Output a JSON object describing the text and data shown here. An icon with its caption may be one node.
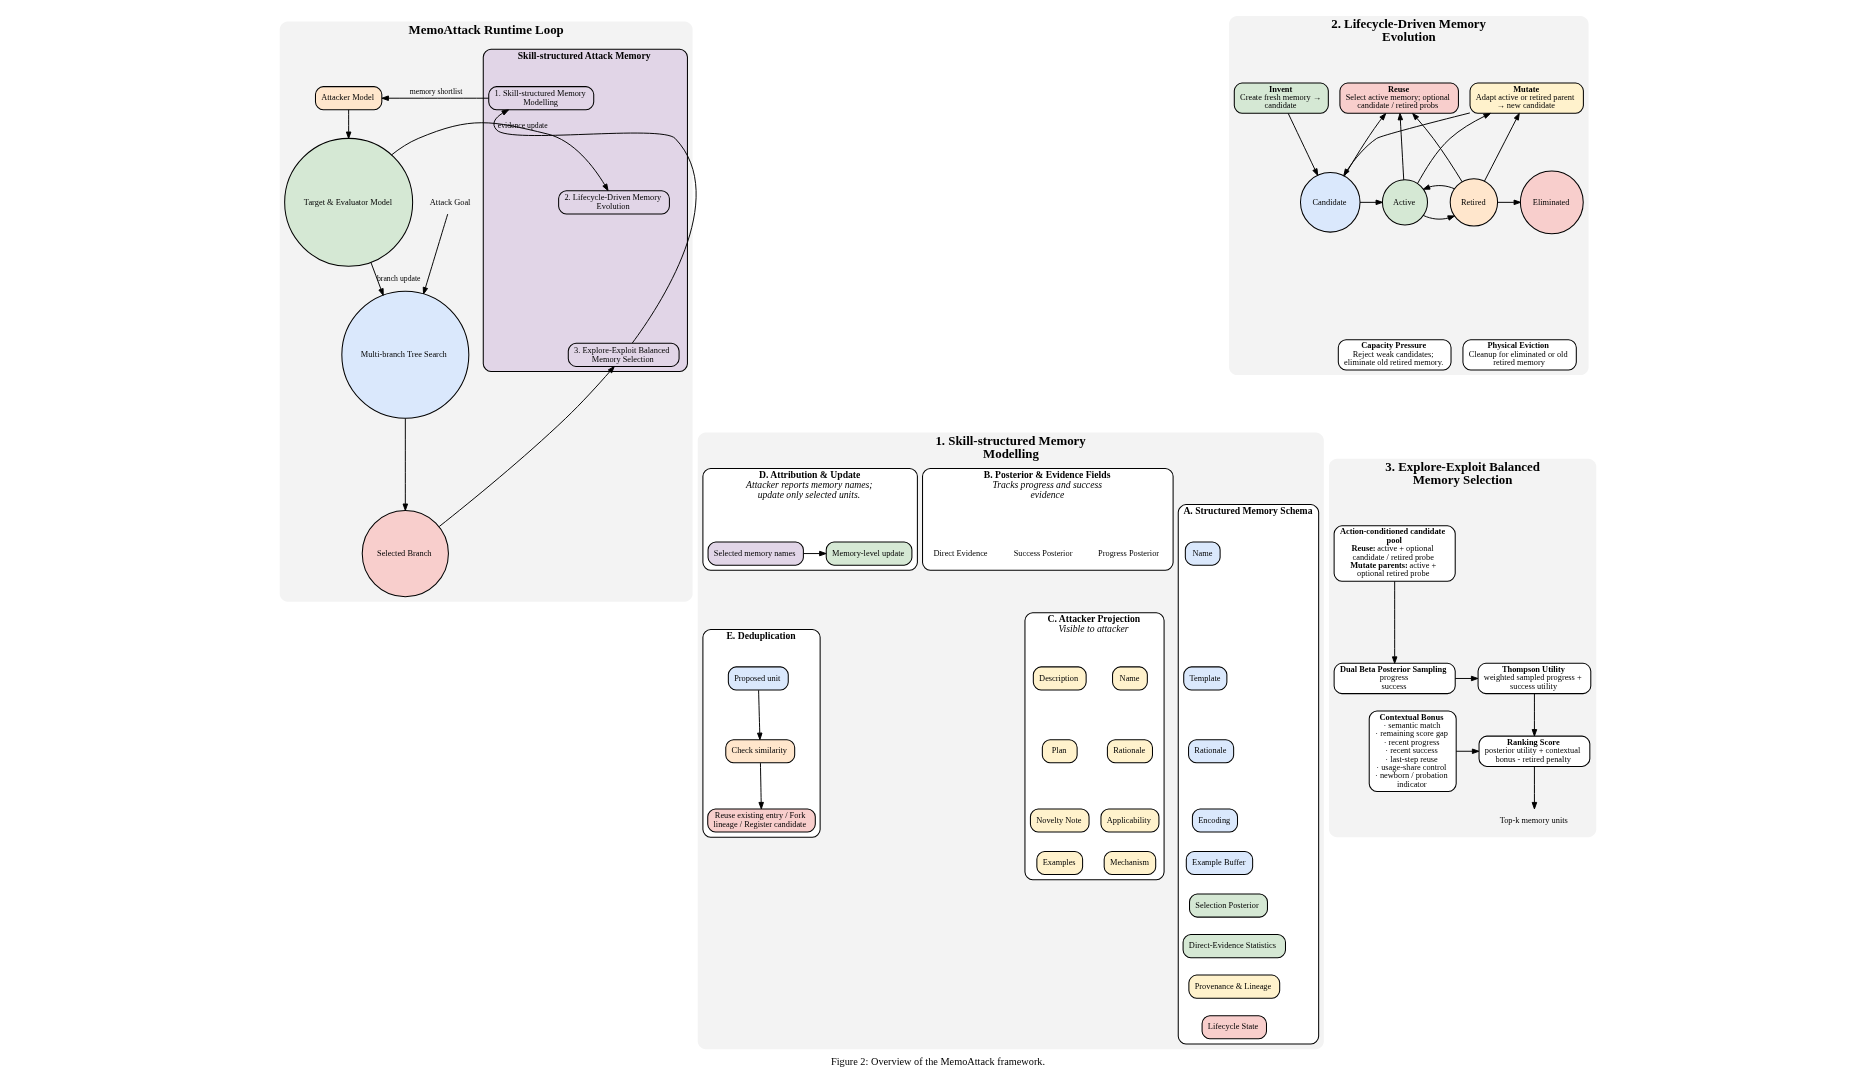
{
  "diagram": {
    "caption": "Figure 2: Overview of the MemoAttack framework.",
    "nodes": [
      {
        "text": [
          "MemoAttack Runtime Loop"
        ]
      },
      {
        "text": [
          "Attack Goal"
        ],
        "in": 0
      },
      {
        "text": [
          "Multi-branch Tree Search"
        ],
        "in": 0
      },
      {
        "text": [
          "Selected Branch"
        ],
        "in": 0
      },
      {
        "text": [
          "Attacker Model"
        ],
        "in": 0
      },
      {
        "text": [
          "Target & Evaluator Model"
        ],
        "in": 0
      },
      {
        "text": [
          "Skill-structured Attack Memory"
        ],
        "in": 0
      },
      {
        "text": [
          "1. Skill-structured Memory Modelling"
        ],
        "in": 6
      },
      {
        "text": [
          "2. Lifecycle-Driven Memory Evolution"
        ],
        "in": 6
      },
      {
        "text": [
          "3. Explore-Exploit Balanced Memory Selection"
        ],
        "in": 6
      },
      {
        "text": [
          "2. Lifecycle-Driven Memory Evolution"
        ]
      },
      {
        "text": [
          "Invent",
          "Create fresh memory → candidate"
        ],
        "in": 10
      },
      {
        "text": [
          "Mutate",
          "Adapt active or retired parent → new candidate"
        ],
        "in": 10
      },
      {
        "text": [
          "Reuse",
          "Select active memory; optional candidate / retired probs"
        ],
        "in": 10
      },
      {
        "text": [
          "Candidate"
        ],
        "in": 10
      },
      {
        "text": [
          "Active"
        ],
        "in": 10
      },
      {
        "text": [
          "Retired"
        ],
        "in": 10
      },
      {
        "text": [
          "Eliminated"
        ],
        "in": 10
      },
      {
        "text": [
          "Capacity Pressure",
          "Reject weak candidates; eliminate old retired memory."
        ],
        "in": 10
      },
      {
        "text": [
          "Physical Eviction",
          "Cleanup for eliminated or old retired memory"
        ],
        "in": 10
      },
      {
        "text": [
          "1. Skill-structured Memory Modelling"
        ]
      },
      {
        "text": [
          "A. Structured Memory Schema"
        ],
        "in": 20
      },
      {
        "text": [
          "Name"
        ],
        "in": 21
      },
      {
        "text": [
          "Template"
        ],
        "in": 21
      },
      {
        "text": [
          "Rationale"
        ],
        "in": 21
      },
      {
        "text": [
          "Encoding"
        ],
        "in": 21
      },
      {
        "text": [
          "Example Buffer"
        ],
        "in": 21
      },
      {
        "text": [
          "Selection Posterior"
        ],
        "in": 21
      },
      {
        "text": [
          "Direct-Evidence Statistics"
        ],
        "in": 21
      },
      {
        "text": [
          "Provenance & Lineage"
        ],
        "in": 21
      },
      {
        "text": [
          "Lifecycle State"
        ],
        "in": 21
      },
      {
        "text": [
          "B. Posterior & Evidence Fields",
          "Tracks progress and success evidence"
        ],
        "in": 20
      },
      {
        "text": [
          "Progress Posterior"
        ],
        "in": 31
      },
      {
        "text": [
          "Success Posterior"
        ],
        "in": 31
      },
      {
        "text": [
          "Direct Evidence"
        ],
        "in": 31
      },
      {
        "text": [
          "C. Attacker Projection",
          "Visible to attacker"
        ],
        "in": 20
      },
      {
        "text": [
          "Name"
        ],
        "in": 35
      },
      {
        "text": [
          "Description"
        ],
        "in": 35
      },
      {
        "text": [
          "Rationale"
        ],
        "in": 35
      },
      {
        "text": [
          "Plan"
        ],
        "in": 35
      },
      {
        "text": [
          "Applicability"
        ],
        "in": 35
      },
      {
        "text": [
          "Novelty Note"
        ],
        "in": 35
      },
      {
        "text": [
          "Mechanism"
        ],
        "in": 35
      },
      {
        "text": [
          "Examples"
        ],
        "in": 35
      },
      {
        "text": [
          "D. Attribution & Update",
          "Attacker reports memory names; update only selected units."
        ],
        "in": 20
      },
      {
        "text": [
          "Selected memory names"
        ],
        "in": 44
      },
      {
        "text": [
          "Memory-level update"
        ],
        "in": 44
      },
      {
        "text": [
          "E. Deduplication"
        ],
        "in": 20
      },
      {
        "text": [
          "Proposed unit"
        ],
        "in": 47
      },
      {
        "text": [
          "Check similarity"
        ],
        "in": 47
      },
      {
        "text": [
          "Reuse existing entry / Fork lineage / Register candidate"
        ],
        "in": 47
      },
      {
        "text": [
          "3. Explore-Exploit Balanced Memory Selection"
        ]
      },
      {
        "text": [
          "Action-conditioned candidate pool",
          "**Reuse:** active + optional candidate / retired probe",
          "**Mutate parents:** active + optional retired probe"
        ],
        "in": 51
      },
      {
        "text": [
          "Dual Beta Posterior Sampling",
          "progress",
          "success"
        ],
        "in": 51
      },
      {
        "text": [
          "Thompson Utility",
          "weighted sampled progress + success utility"
        ],
        "in": 51
      },
      {
        "text": [
          "Contextual Bonus",
          "· semantic match",
          "· remaining score gap",
          "· recent progress",
          "· recent success",
          "· last-step reuse",
          "· usage-share control",
          "· newborn / probation indicator"
        ],
        "in": 51
      },
      {
        "text": [
          "Ranking Score",
          "posterior utility + contextual bonus - retired penalty"
        ],
        "in": 51
      },
      {
        "text": [
          "Top-k memory units"
        ],
        "in": 51
      }
    ],
    "edges": [
      {
        "from": 1,
        "to": 2,
        "arrow": "to"
      },
      {
        "from": 2,
        "to": 3,
        "arrow": "to"
      },
      {
        "from": 3,
        "to": 9,
        "arrow": "to"
      },
      {
        "from": 7,
        "to": 4,
        "arrow": "to",
        "label": "memory shortlist"
      },
      {
        "from": 4,
        "to": 5,
        "arrow": "to"
      },
      {
        "from": 5,
        "to": 8,
        "arrow": "to",
        "label": "evidence update"
      },
      {
        "from": 5,
        "to": 2,
        "arrow": "to",
        "label": "branch update"
      },
      {
        "from": 9,
        "to": 7,
        "arrow": "to"
      },
      {
        "from": 11,
        "to": 14,
        "arrow": "to"
      },
      {
        "from": 12,
        "to": 14,
        "arrow": "to"
      },
      {
        "from": 14,
        "to": 13,
        "arrow": "to"
      },
      {
        "from": 15,
        "to": 12,
        "arrow": "to"
      },
      {
        "from": 15,
        "to": 13,
        "arrow": "to"
      },
      {
        "from": 16,
        "to": 12,
        "arrow": "to"
      },
      {
        "from": 16,
        "to": 13,
        "arrow": "to"
      },
      {
        "from": 14,
        "to": 15,
        "arrow": "to"
      },
      {
        "from": 15,
        "to": 16,
        "arrow": "to"
      },
      {
        "from": 16,
        "to": 15,
        "arrow": "to"
      },
      {
        "from": 16,
        "to": 17,
        "arrow": "to"
      },
      {
        "from": 45,
        "to": 46,
        "arrow": "to"
      },
      {
        "from": 48,
        "to": 49,
        "arrow": "to"
      },
      {
        "from": 49,
        "to": 50,
        "arrow": "to"
      },
      {
        "from": 52,
        "to": 53,
        "arrow": "to"
      },
      {
        "from": 53,
        "to": 54,
        "arrow": "to"
      },
      {
        "from": 54,
        "to": 56,
        "arrow": "to"
      },
      {
        "from": 55,
        "to": 56,
        "arrow": "to"
      },
      {
        "from": 56,
        "to": 57,
        "arrow": "to"
      }
    ]
  }
}
